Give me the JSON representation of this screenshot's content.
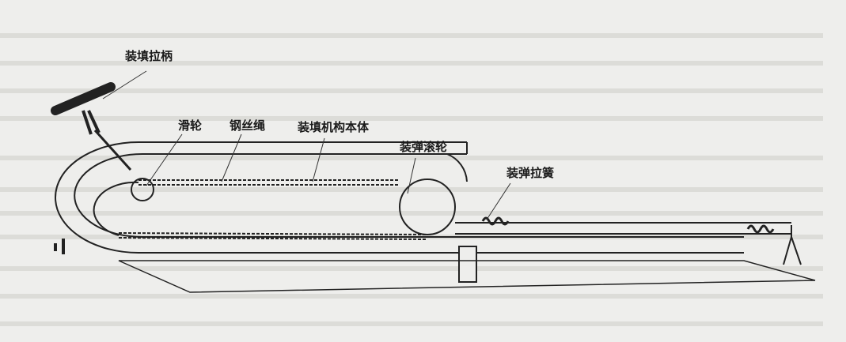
{
  "labels": {
    "handle": "装填拉柄",
    "pulley": "滑轮",
    "wire_rope": "钢丝绳",
    "body": "装填机构本体",
    "roller": "装弹滚轮",
    "spring": "装弹拉簧"
  }
}
